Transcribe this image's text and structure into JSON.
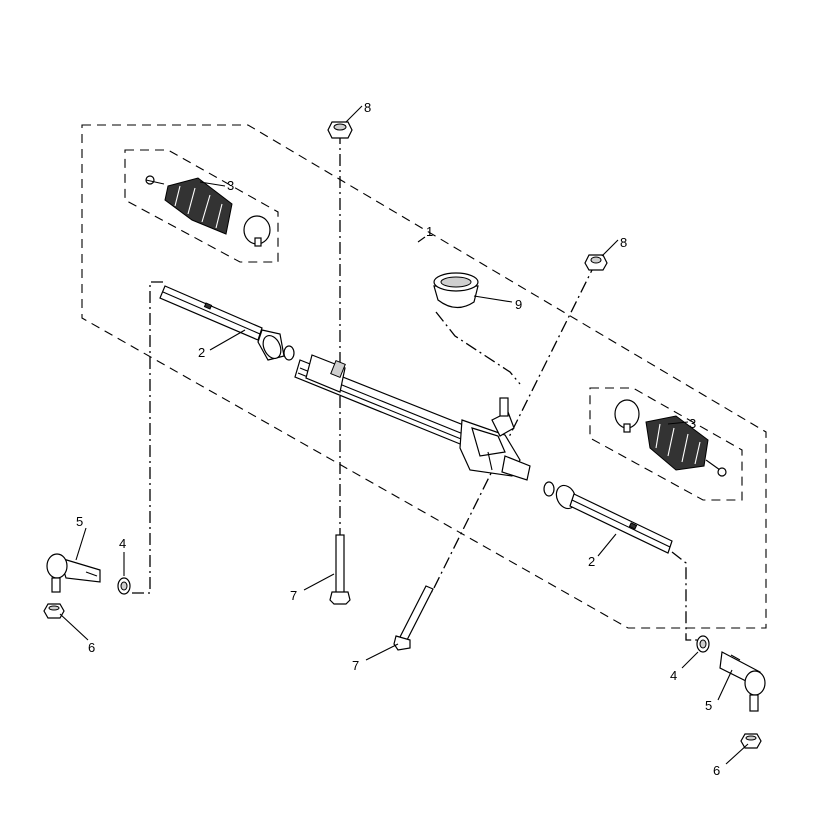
{
  "callouts": [
    {
      "id": "c1",
      "label": "1"
    },
    {
      "id": "c2a",
      "label": "2"
    },
    {
      "id": "c2b",
      "label": "2"
    },
    {
      "id": "c3a",
      "label": "3"
    },
    {
      "id": "c3b",
      "label": "3"
    },
    {
      "id": "c4a",
      "label": "4"
    },
    {
      "id": "c4b",
      "label": "4"
    },
    {
      "id": "c5a",
      "label": "5"
    },
    {
      "id": "c5b",
      "label": "5"
    },
    {
      "id": "c6a",
      "label": "6"
    },
    {
      "id": "c6b",
      "label": "6"
    },
    {
      "id": "c7a",
      "label": "7"
    },
    {
      "id": "c7b",
      "label": "7"
    },
    {
      "id": "c8a",
      "label": "8"
    },
    {
      "id": "c8b",
      "label": "8"
    },
    {
      "id": "c9",
      "label": "9"
    }
  ]
}
